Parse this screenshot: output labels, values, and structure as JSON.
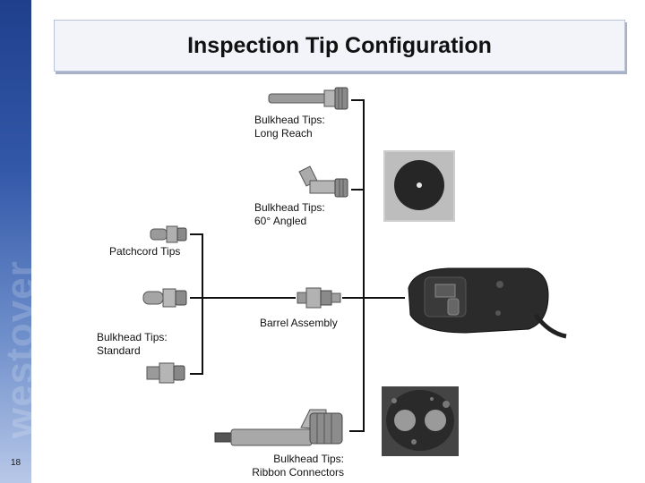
{
  "slide": {
    "title": "Inspection Tip Configuration",
    "page_number": "18",
    "brand_watermark": "westover"
  },
  "labels": {
    "long_reach": [
      "Bulkhead Tips:",
      "Long Reach"
    ],
    "angled": [
      "Bulkhead Tips:",
      "60° Angled"
    ],
    "patchcord": "Patchcord Tips",
    "barrel": "Barrel Assembly",
    "standard": [
      "Bulkhead Tips:",
      "Standard"
    ],
    "ribbon": [
      "Bulkhead Tips:",
      "Ribbon Connectors"
    ]
  },
  "colors": {
    "sidebar_top": "#1f3f8c",
    "connector_line": "#111111",
    "probe_body": "#2b2b2b"
  }
}
